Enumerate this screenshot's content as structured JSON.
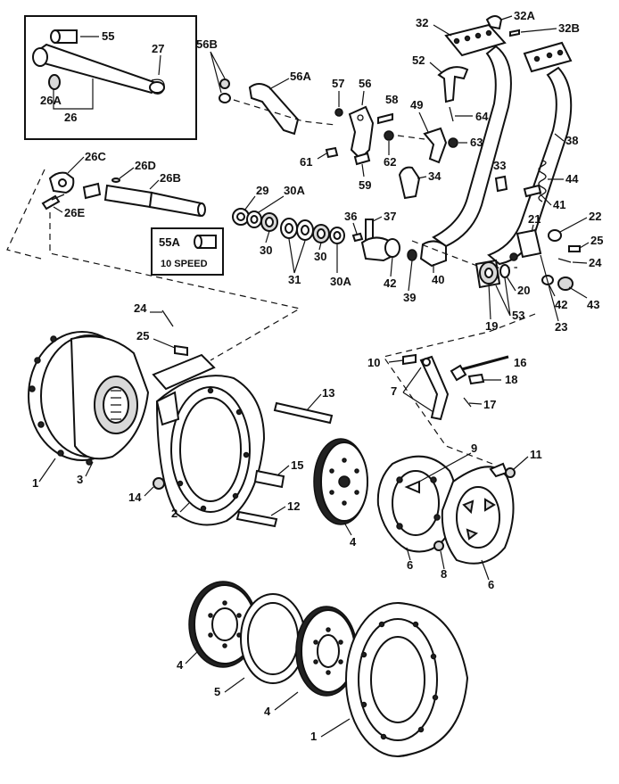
{
  "callouts": {
    "c1_top": "1",
    "c1_bottom": "1",
    "c2": "2",
    "c3": "3",
    "c4_mid": "4",
    "c4_left": "4",
    "c4_bottom": "4",
    "c5": "5",
    "c6_a": "6",
    "c6_b": "6",
    "c7": "7",
    "c8": "8",
    "c9": "9",
    "c10": "10",
    "c11": "11",
    "c12": "12",
    "c13": "13",
    "c14": "14",
    "c15": "15",
    "c16": "16",
    "c17": "17",
    "c18": "18",
    "c19": "19",
    "c20": "20",
    "c21": "21",
    "c22": "22",
    "c23": "23",
    "c24_left": "24",
    "c24_right": "24",
    "c25_left": "25",
    "c25_right": "25",
    "c26": "26",
    "c26A": "26A",
    "c26B": "26B",
    "c26C": "26C",
    "c26D": "26D",
    "c26E": "26E",
    "c27": "27",
    "c29": "29",
    "c30_a": "30",
    "c30_b": "30",
    "c30A_a": "30A",
    "c30A_b": "30A",
    "c31": "31",
    "c32": "32",
    "c32A": "32A",
    "c32B": "32B",
    "c33": "33",
    "c34": "34",
    "c36": "36",
    "c37": "37",
    "c38": "38",
    "c39": "39",
    "c40": "40",
    "c41": "41",
    "c42_a": "42",
    "c42_b": "42",
    "c43": "43",
    "c44": "44",
    "c49": "49",
    "c52": "52",
    "c53": "53",
    "c55": "55",
    "c55A": "55A",
    "c56": "56",
    "c56A": "56A",
    "c56B": "56B",
    "c57": "57",
    "c58": "58",
    "c59": "59",
    "c61": "61",
    "c62": "62",
    "c63": "63",
    "c64": "64"
  },
  "notes": {
    "ten_speed": "10 SPEED"
  }
}
